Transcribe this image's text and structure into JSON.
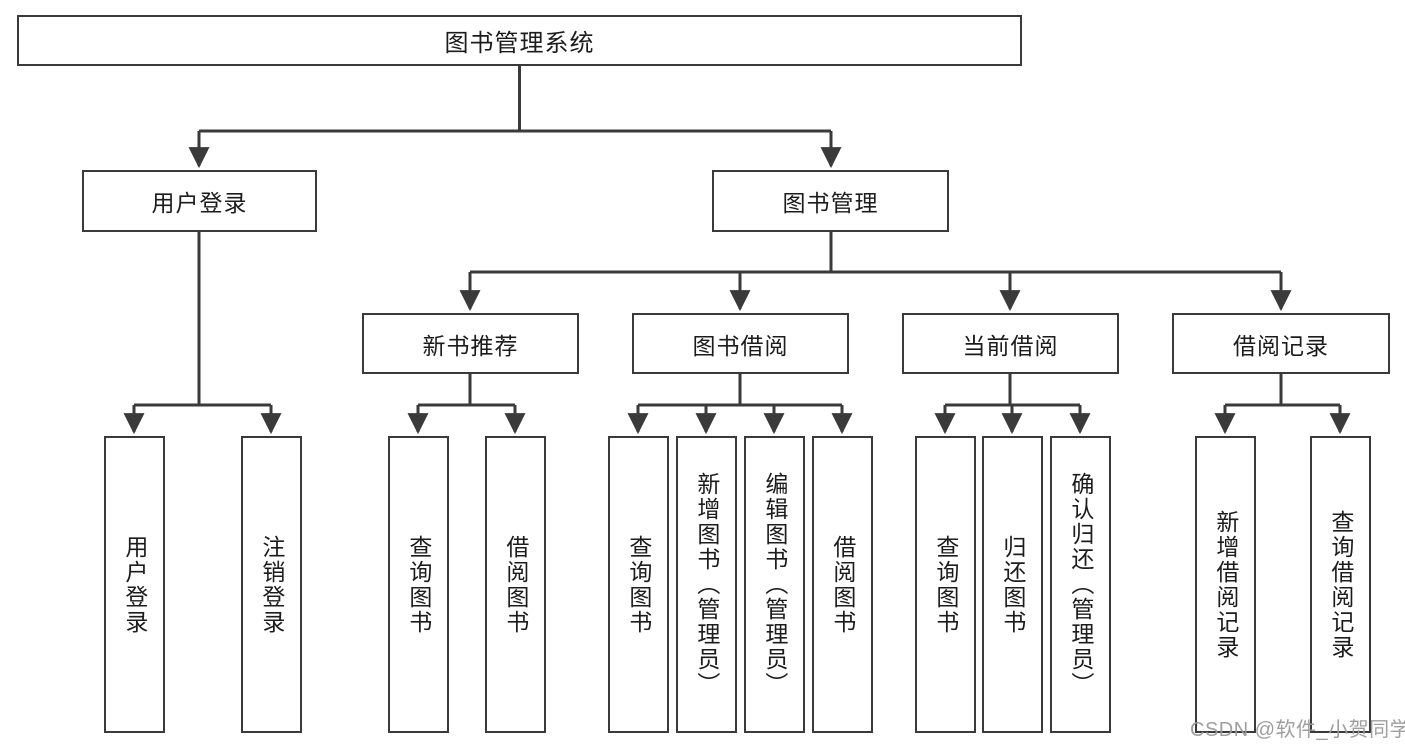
{
  "diagram": {
    "title": "图书管理系统",
    "style": {
      "line_color": "#3a3a3a",
      "box_fill": "#ffffff",
      "text_color": "#1c1c1c",
      "background": "#ffffff"
    },
    "root": {
      "label": "图书管理系统"
    },
    "level2": [
      {
        "label": "用户登录"
      },
      {
        "label": "图书管理"
      }
    ],
    "level3": [
      {
        "label": "新书推荐"
      },
      {
        "label": "图书借阅"
      },
      {
        "label": "当前借阅"
      },
      {
        "label": "借阅记录"
      }
    ],
    "leaves": {
      "user_login": [
        {
          "label": "用户登录"
        },
        {
          "label": "注销登录"
        }
      ],
      "new_book_recommend": [
        {
          "label": "查询图书"
        },
        {
          "label": "借阅图书"
        }
      ],
      "book_borrow": [
        {
          "label": "查询图书"
        },
        {
          "label": "新增图书（管理员）"
        },
        {
          "label": "编辑图书（管理员）"
        },
        {
          "label": "借阅图书"
        }
      ],
      "current_borrow": [
        {
          "label": "查询图书"
        },
        {
          "label": "归还图书"
        },
        {
          "label": "确认归还（管理员）"
        }
      ],
      "borrow_record": [
        {
          "label": "新增借阅记录"
        },
        {
          "label": "查询借阅记录"
        }
      ]
    }
  },
  "watermark": {
    "text": "CSDN @软件_小贺同学"
  }
}
